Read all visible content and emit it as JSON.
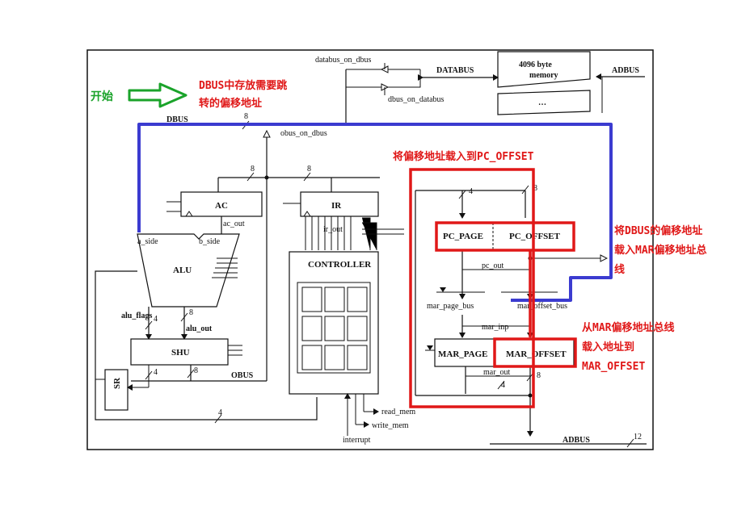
{
  "labels": {
    "databus_on_dbus": "databus_on_dbus",
    "databus": "DATABUS",
    "memory_line1": "4096   byte",
    "memory_line2": "memory",
    "memory_dots": "…",
    "adbus_top": "ADBUS",
    "dbus_on_databus": "dbus_on_databus",
    "dbus": "DBUS",
    "obus_on_dbus": "obus_on_dbus",
    "ac": "AC",
    "ac_out": "ac_out",
    "ir": "IR",
    "ir_out": "ir_out",
    "a_side": "a_side",
    "b_side": "b_side",
    "alu": "ALU",
    "controller": "CONTROLLER",
    "alu_flags": "alu_flags",
    "alu_out": "alu_out",
    "shu": "SHU",
    "obus": "OBUS",
    "sr": "SR",
    "read_mem": "read_mem",
    "write_mem": "write_mem",
    "interrupt": "interrupt",
    "pc_page": "PC_PAGE",
    "pc_offset": "PC_OFFSET",
    "pc_out": "pc_out",
    "mar_page_bus": "mar_page_bus",
    "mar_offset_bus": "mar_offset_bus",
    "mar_inp": "mar_inp",
    "mar_page": "MAR_PAGE",
    "mar_offset": "MAR_OFFSET",
    "mar_out": "mar_out",
    "adbus_bottom": "ADBUS",
    "w8a": "8",
    "w8b": "8",
    "w8c": "8",
    "w8d": "8",
    "w8e": "8",
    "w8f": "8",
    "w8g": "8",
    "w4a": "4",
    "w4b": "4",
    "w4c": "4",
    "w4d": "4",
    "w4e": "4",
    "w12": "12"
  },
  "annotations": {
    "start": "开始",
    "dbus_store_line1": "DBUS中存放需要跳",
    "dbus_store_line2": "转的偏移地址",
    "load_pc_offset": "将偏移地址载入到PC_OFFSET",
    "load_mar_line1": "将DBUS的偏移地址",
    "load_mar_line2": "载入MAR偏移地址总",
    "load_mar_line3": "线",
    "mar_to_line1": "从MAR偏移地址总线",
    "mar_to_line2": "载入地址到",
    "mar_to_line3": "MAR_OFFSET"
  },
  "colors": {
    "red": "#e01818",
    "blue": "#3b3bd0",
    "green": "#1aa32a",
    "ink": "#111111"
  }
}
